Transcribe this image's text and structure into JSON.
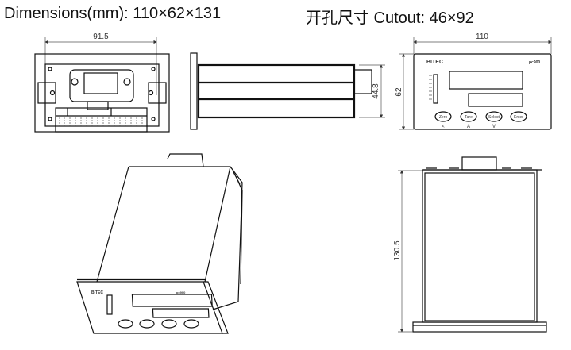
{
  "header": {
    "dimensions": "Dimensions(mm): 110×62×131",
    "cutout": "开孔尺寸  Cutout: 46×92"
  },
  "dimensions": {
    "back_width": "91.5",
    "side_height": "44.8",
    "front_width": "110",
    "front_height": "62",
    "top_depth": "130.5"
  },
  "front_panel": {
    "brand": "BITEC",
    "model": "pc900",
    "buttons": [
      {
        "label": "Zero",
        "arrow": "<"
      },
      {
        "label": "Tare",
        "arrow": "A"
      },
      {
        "label": "Select",
        "arrow": "V"
      },
      {
        "label": "Enter",
        "arrow": ""
      }
    ]
  }
}
